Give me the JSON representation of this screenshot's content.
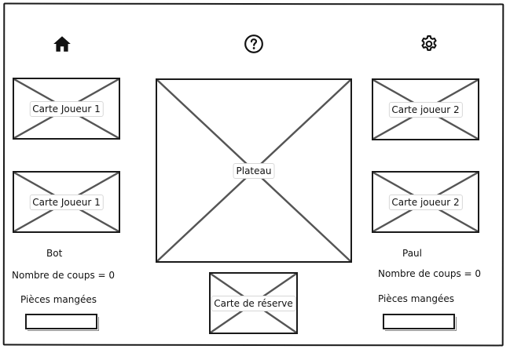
{
  "toolbar": {
    "home_icon": "home-icon",
    "help_icon": "help-icon",
    "settings_icon": "gear-icon"
  },
  "left_panel": {
    "card_top_label": "Carte Joueur 1",
    "card_bottom_label": "Carte Joueur 1",
    "player_name": "Bot",
    "moves_text": "Nombre de coups = 0",
    "captured_label": "Pièces mangées"
  },
  "center": {
    "board_label": "Plateau",
    "reserve_label": "Carte de réserve"
  },
  "right_panel": {
    "card_top_label": "Carte joueur 2",
    "card_bottom_label": "Carte joueur 2",
    "player_name": "Paul",
    "moves_text": "Nombre de coups = 0",
    "captured_label": "Pièces mangées"
  }
}
